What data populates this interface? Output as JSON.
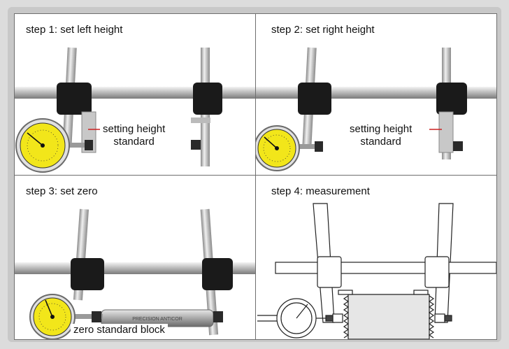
{
  "panels": [
    {
      "title": "step 1: set left height",
      "label_line1": "setting height",
      "label_line2": "standard"
    },
    {
      "title": "step 2: set right height",
      "label_line1": "setting height",
      "label_line2": "standard"
    },
    {
      "title": "step 3: set zero",
      "label": "zero standard block",
      "block_engraving": "PRECISION ANTICOR"
    },
    {
      "title": "step 4: measurement"
    }
  ],
  "colors": {
    "frame": "#c8c8c8",
    "border": "#6e6e6e",
    "accent_line": "#cc2222",
    "dial_face": "#f2e61a",
    "clamp": "#1a1a1a",
    "steel": "#b8b8b8",
    "workpiece": "#e6e6e6"
  },
  "icons": [
    "dial-gauge-icon",
    "clamp-block-icon",
    "thumb-screw-icon"
  ]
}
